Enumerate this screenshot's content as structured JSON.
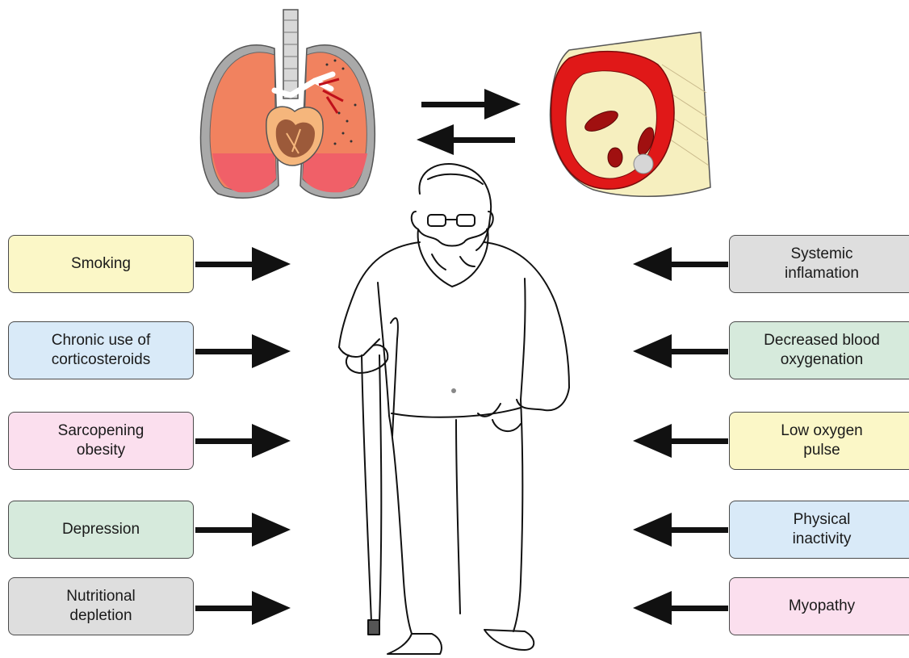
{
  "colors": {
    "yellow": "#fbf7c7",
    "blue": "#d9eaf8",
    "pink": "#fbdfee",
    "green": "#d6eadc",
    "gray": "#dedede",
    "arrow": "#111111"
  },
  "left_factors": [
    {
      "label": "Smoking",
      "color": "yellow"
    },
    {
      "label": "Chronic use of\ncorticosteroids",
      "color": "blue"
    },
    {
      "label": "Sarcopening\nobesity",
      "color": "pink"
    },
    {
      "label": "Depression",
      "color": "green"
    },
    {
      "label": "Nutritional\ndepletion",
      "color": "gray"
    }
  ],
  "right_factors": [
    {
      "label": "Systemic\ninflamation",
      "color": "gray"
    },
    {
      "label": "Decreased blood\noxygenation",
      "color": "green"
    },
    {
      "label": "Low oxygen\npulse",
      "color": "yellow"
    },
    {
      "label": "Physical\ninactivity",
      "color": "blue"
    },
    {
      "label": "Myopathy",
      "color": "pink"
    }
  ],
  "illustrations": {
    "lungs": "lungs-heart-illustration",
    "muscle": "muscle-cross-section-illustration",
    "figure": "elderly-man-with-cane-illustration"
  }
}
